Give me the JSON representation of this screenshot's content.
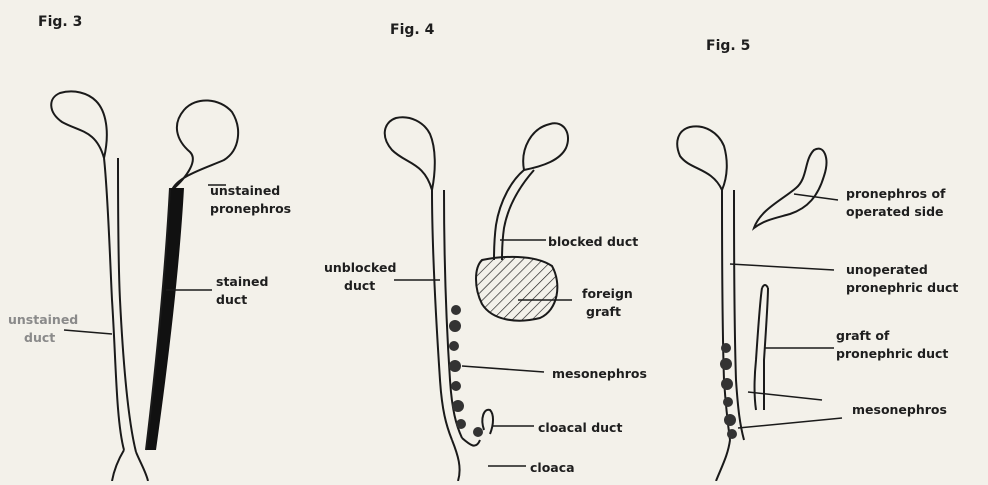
{
  "figures": [
    {
      "title": "Fig. 3",
      "labels": {
        "unstained_pronephros": [
          "unstained",
          "pronephros"
        ],
        "stained_duct": [
          "stained",
          "duct"
        ],
        "unstained_duct": [
          "unstained",
          "duct"
        ]
      }
    },
    {
      "title": "Fig. 4",
      "labels": {
        "blocked_duct": "blocked duct",
        "unblocked_duct": [
          "unblocked",
          "duct"
        ],
        "foreign_graft": [
          "foreign",
          "graft"
        ],
        "mesonephros": "mesonephros",
        "cloacal_duct": "cloacal duct",
        "cloaca": "cloaca"
      }
    },
    {
      "title": "Fig. 5",
      "labels": {
        "pronephros_operated": [
          "pronephros of",
          "operated side"
        ],
        "unoperated_duct": [
          "unoperated",
          "pronephric duct"
        ],
        "graft_duct": [
          "graft of",
          "pronephric duct"
        ],
        "mesonephros": "mesonephros"
      }
    }
  ]
}
